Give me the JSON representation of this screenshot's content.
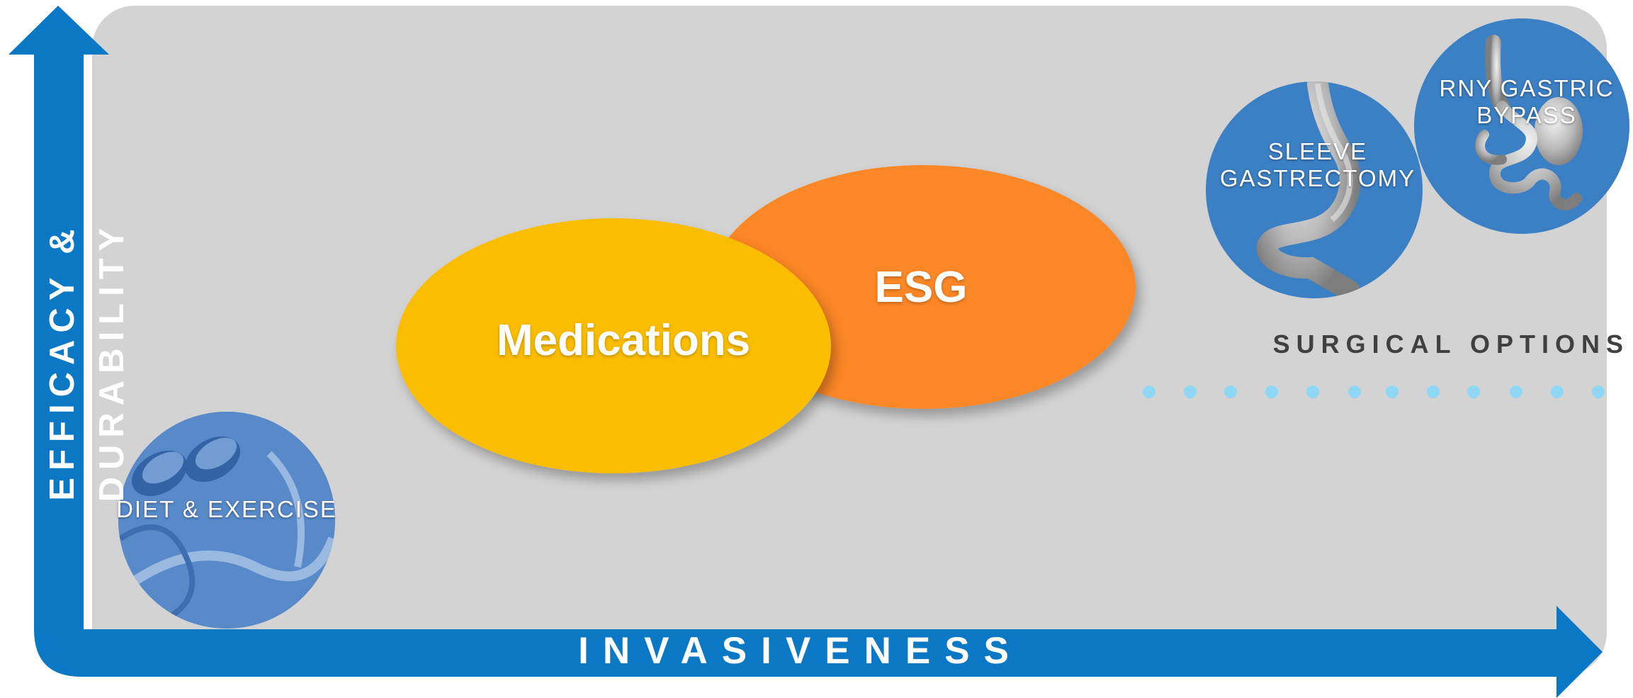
{
  "axes": {
    "x_label": "INVASIVENESS",
    "y_label": "EFFICACY & DURABILITY"
  },
  "ellipses": {
    "medications": "Medications",
    "esg": "ESG"
  },
  "options": {
    "diet_exercise": "DIET & EXERCISE",
    "sleeve_gastrectomy": "SLEEVE GASTRECTOMY",
    "rny_gastric_bypass": "RNY GASTRIC BYPASS",
    "surgical_options": "SURGICAL OPTIONS"
  },
  "colors": {
    "axis_blue": "#0a78c4",
    "background_gray": "#d3d3d3",
    "medications_yellow": "#fbbd00",
    "esg_orange": "#fb8726",
    "circle_blue": "#3b7fc4",
    "dots_light_blue": "#8fd8f5"
  },
  "icons": {
    "diet_exercise": "pills-and-measuring-tape-image",
    "sleeve_gastrectomy": "sleeve-stomach-image",
    "rny_gastric_bypass": "gastric-bypass-stomach-image"
  }
}
